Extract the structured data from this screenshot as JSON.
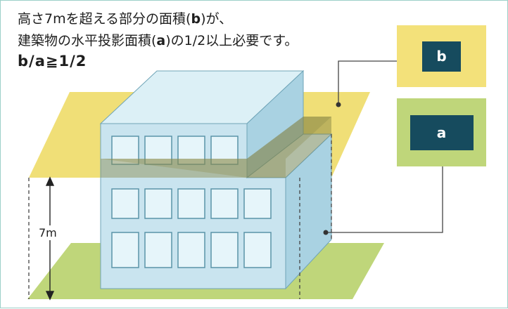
{
  "caption": {
    "line1_prefix": "高さ7mを超える部分の面積(",
    "line1_var": "b",
    "line1_suffix": ")が、",
    "line2_prefix": "建築物の水平投影面積(",
    "line2_var": "a",
    "line2_suffix": ")の1/2以上必要です。",
    "formula": "b/a≧1/2"
  },
  "legend": {
    "b_label": "b",
    "a_label": "a"
  },
  "height_label": "7m",
  "colors": {
    "upper_plane": "#f0df77",
    "ground_plane": "#bfd67a",
    "building_front": "#c9e4ef",
    "building_side": "#a9d2e2",
    "building_roof": "#dcf0f6",
    "swatch": "#164b5e"
  }
}
